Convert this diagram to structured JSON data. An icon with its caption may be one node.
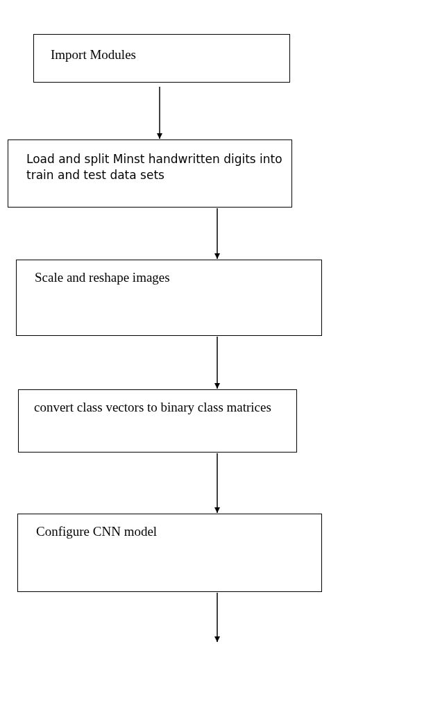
{
  "diagram": {
    "nodes": [
      {
        "text": [
          "Import Modules"
        ]
      },
      {
        "text": [
          "Load and split Minst handwritten digits into train and test data sets"
        ]
      },
      {
        "text": [
          "Scale and reshape images"
        ]
      },
      {
        "text": [
          "convert class vectors to binary class matrices"
        ]
      },
      {
        "text": [
          "Configure CNN model"
        ]
      }
    ],
    "edges": [
      {
        "from": 0,
        "to": 1,
        "arrow": "to"
      },
      {
        "from": 1,
        "to": 2,
        "arrow": "to"
      },
      {
        "from": 2,
        "to": 3,
        "arrow": "to"
      },
      {
        "from": 3,
        "to": 4,
        "arrow": "to"
      },
      {
        "from": 4,
        "to": null,
        "arrow": "to"
      }
    ]
  }
}
